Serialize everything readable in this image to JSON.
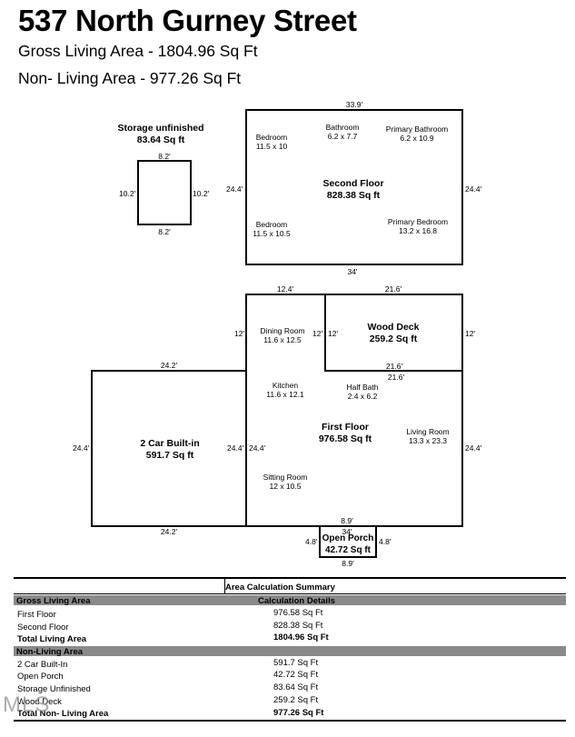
{
  "header": {
    "address": "537 North Gurney Street",
    "gross_living_area": "Gross Living Area - 1804.96 Sq Ft",
    "non_living_area": "Non- Living Area - 977.26 Sq Ft"
  },
  "storage": {
    "title": "Storage unfinished",
    "area": "83.64 Sq ft",
    "dims": {
      "top": "8.2'",
      "bottom": "8.2'",
      "left": "10.2'",
      "right": "10.2'"
    }
  },
  "second_floor": {
    "title": "Second Floor",
    "area": "828.38 Sq ft",
    "dims": {
      "top": "33.9'",
      "bottom": "34'",
      "left": "24.4'",
      "right": "24.4'"
    },
    "rooms": {
      "bedroom1": {
        "name": "Bedroom",
        "size": "11.5 x 10"
      },
      "bathroom": {
        "name": "Bathroom",
        "size": "6.2 x 7.7"
      },
      "primary_bathroom": {
        "name": "Primary Bathroom",
        "size": "6.2 x 10.9"
      },
      "bedroom2": {
        "name": "Bedroom",
        "size": "11.5 x 10.5"
      },
      "primary_bedroom": {
        "name": "Primary Bedroom",
        "size": "13.2 x 16.8"
      }
    }
  },
  "first_floor": {
    "title": "First Floor",
    "area": "976.58 Sq ft",
    "dims": {
      "top": "12.4'",
      "dining_left": "12'",
      "dining_right": "12'",
      "left": "24.4'",
      "right": "24.4'",
      "bottom": "34'",
      "porch_top": "8.9'"
    },
    "rooms": {
      "dining": {
        "name": "Dining Room",
        "size": "11.6 x 12.5"
      },
      "kitchen": {
        "name": "Kitchen",
        "size": "11.6 x 12.1"
      },
      "half_bath": {
        "name": "Half Bath",
        "size": "2.4 x 6.2"
      },
      "living": {
        "name": "Living Room",
        "size": "13.3 x 23.3"
      },
      "sitting": {
        "name": "Sitting Room",
        "size": "12 x 10.5"
      }
    }
  },
  "wood_deck": {
    "title": "Wood Deck",
    "area": "259.2 Sq ft",
    "dims": {
      "top": "21.6'",
      "bottom": "21.6'",
      "below": "21.6'",
      "left": "12'",
      "right": "12'"
    }
  },
  "garage": {
    "title": "2 Car Built-in",
    "area": "591.7 Sq ft",
    "dims": {
      "top": "24.2'",
      "bottom": "24.2'",
      "left": "24.4'",
      "right": "24.4'"
    }
  },
  "porch": {
    "title": "Open Porch",
    "area": "42.72 Sq ft",
    "dims": {
      "left": "4.8'",
      "right": "4.8'",
      "bottom": "8.9'"
    }
  },
  "summary": {
    "title": "Area Calculation Summary",
    "gross_header": "Gross Living Area",
    "details_header": "Calculation Details",
    "gross_rows": [
      {
        "label": "First Floor",
        "value": "976.58 Sq Ft"
      },
      {
        "label": "Second Floor",
        "value": "828.38 Sq Ft"
      }
    ],
    "total_living": {
      "label": "Total Living Area",
      "value": "1804.96 Sq Ft"
    },
    "non_living_header": "Non-Living Area",
    "non_living_rows": [
      {
        "label": "2 Car Built-In",
        "value": "591.7 Sq Ft"
      },
      {
        "label": "Open Porch",
        "value": "42.72 Sq Ft"
      },
      {
        "label": "Storage Unfinished",
        "value": "83.64 Sq Ft"
      },
      {
        "label": "Wood Deck",
        "value": "259.2 Sq Ft"
      }
    ],
    "total_non_living": {
      "label": "Total Non- Living Area",
      "value": "977.26 Sq Ft"
    }
  },
  "watermark": "MLS"
}
